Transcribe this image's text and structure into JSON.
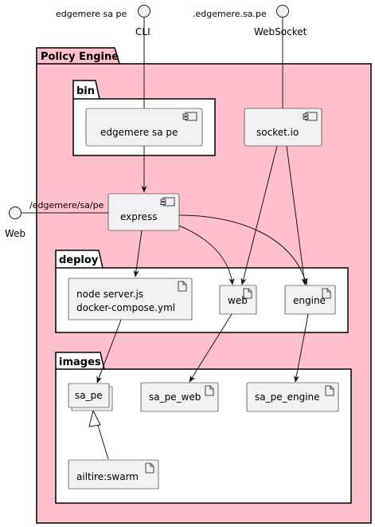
{
  "packages": {
    "policy_engine": "Policy Engine",
    "bin": "bin",
    "deploy": "deploy",
    "images": "images"
  },
  "interfaces": {
    "cli_note": "edgemere sa pe",
    "cli": "CLI",
    "websocket_note": ".edgemere.sa.pe",
    "websocket": "WebSocket",
    "web": "Web",
    "web_path": "/edgemere/sa/pe"
  },
  "components": {
    "edgemere_sa_pe": "edgemere sa pe",
    "socket_io": "socket.io",
    "express": "express"
  },
  "artifacts": {
    "node_server_line1": "node server.js",
    "node_server_line2": "docker-compose.yml",
    "web": "web",
    "engine": "engine",
    "sa_pe": "sa_pe",
    "sa_pe_web": "sa_pe_web",
    "sa_pe_engine": "sa_pe_engine",
    "ailtire_swarm": "ailtire:swarm"
  },
  "colors": {
    "package_fill": "#ffc0cb",
    "inner_package_fill": "#ffffff",
    "node_fill": "#f1f1f1",
    "line": "#181818"
  }
}
